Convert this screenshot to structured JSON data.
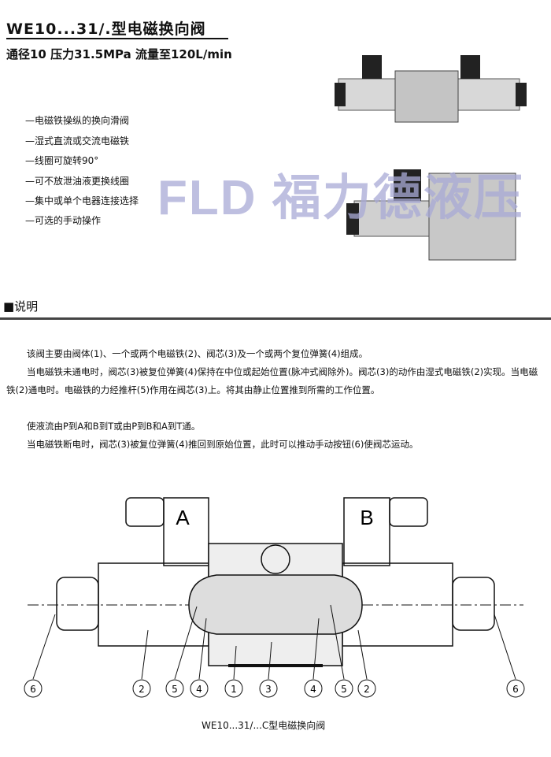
{
  "header": {
    "title": "WE10...31/.型电磁换向阀",
    "subtitle": "通径10  压力31.5MPa  流量至120L/min"
  },
  "features": [
    "—电磁铁操纵的换向滑阀",
    "—湿式直流或交流电磁铁",
    "—线圈可旋转90°",
    "—可不放泄油液更换线圈",
    "—集中或单个电器连接选择",
    "—可选的手动操作"
  ],
  "watermark": "FLD 福力德液压",
  "section": {
    "title": "■说明"
  },
  "description": [
    "该阀主要由阀体(1)、一个或两个电磁铁(2)、阀芯(3)及一个或两个复位弹簧(4)组成。",
    "当电磁铁未通电时，阀芯(3)被复位弹簧(4)保持在中位或起始位置(脉冲式阀除外)。阀芯(3)的动作由湿式电磁铁(2)实现。当电磁铁(2)通电时。电磁铁的力经推杆(5)作用在阀芯(3)上。将其由静止位置推到所需的工作位置。",
    "使液流由P到A和B到T或由P到B和A到T通。",
    "当电磁铁断电时，阀芯(3)被复位弹簧(4)推回到原始位置，此时可以推动手动按钮(6)使阀芯运动。"
  ],
  "diagram": {
    "solenoid_a": "A",
    "solenoid_b": "B",
    "callouts": [
      "6",
      "2",
      "5",
      "4",
      "1",
      "3",
      "4",
      "5",
      "2",
      "6"
    ],
    "caption": "WE10...31/...C型电磁换向阀"
  }
}
